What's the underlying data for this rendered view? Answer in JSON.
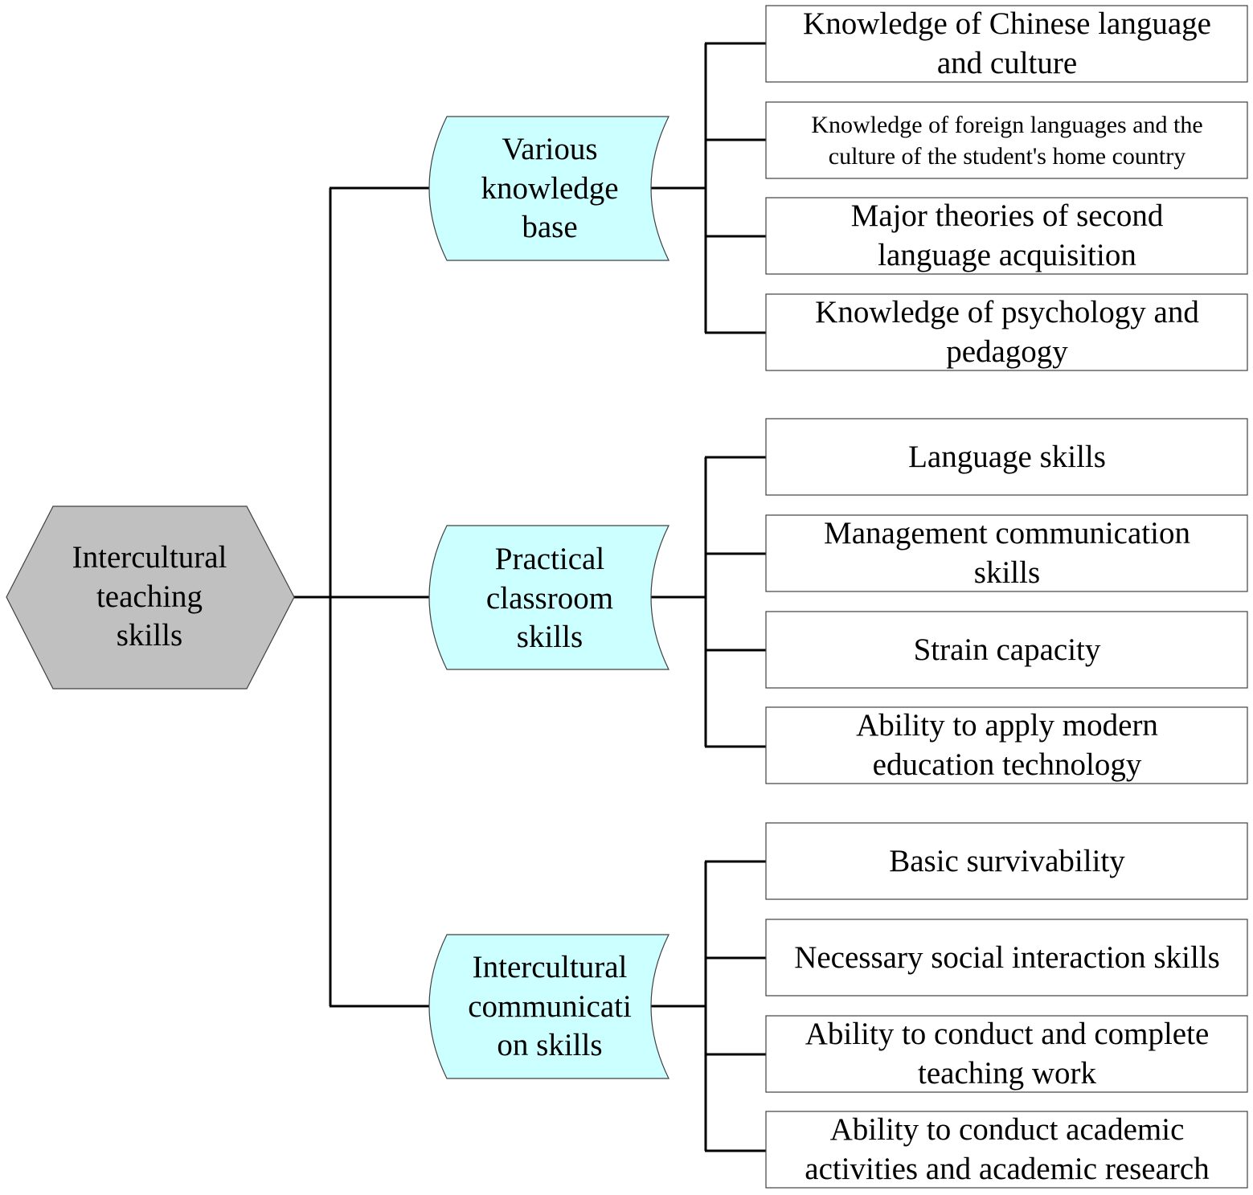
{
  "diagram": {
    "root": {
      "label_lines": [
        "Intercultural",
        "teaching",
        "skills"
      ]
    },
    "categories": [
      {
        "label_lines": [
          "Various",
          "knowledge",
          "base"
        ],
        "items": [
          [
            "Knowledge of Chinese language",
            "and culture"
          ],
          [
            "Knowledge of foreign languages and the",
            "culture of the student's home country"
          ],
          [
            "Major theories of second",
            "language acquisition"
          ],
          [
            "Knowledge of psychology and",
            "pedagogy"
          ]
        ]
      },
      {
        "label_lines": [
          "Practical",
          "classroom",
          "skills"
        ],
        "items": [
          [
            "Language skills"
          ],
          [
            "Management communication",
            "skills"
          ],
          [
            "Strain capacity"
          ],
          [
            "Ability to apply modern",
            "education technology"
          ]
        ]
      },
      {
        "label_lines": [
          "Intercultural",
          "communicati",
          "on skills"
        ],
        "items": [
          [
            "Basic survivability"
          ],
          [
            "Necessary social interaction skills"
          ],
          [
            "Ability to conduct and complete",
            "teaching work"
          ],
          [
            "Ability to conduct academic",
            "activities and academic research"
          ]
        ]
      }
    ],
    "colors": {
      "root_fill": "#c0c0c0",
      "category_fill": "#ccffff",
      "leaf_fill": "#ffffff",
      "connector": "#000000",
      "outline": "#404040"
    }
  }
}
